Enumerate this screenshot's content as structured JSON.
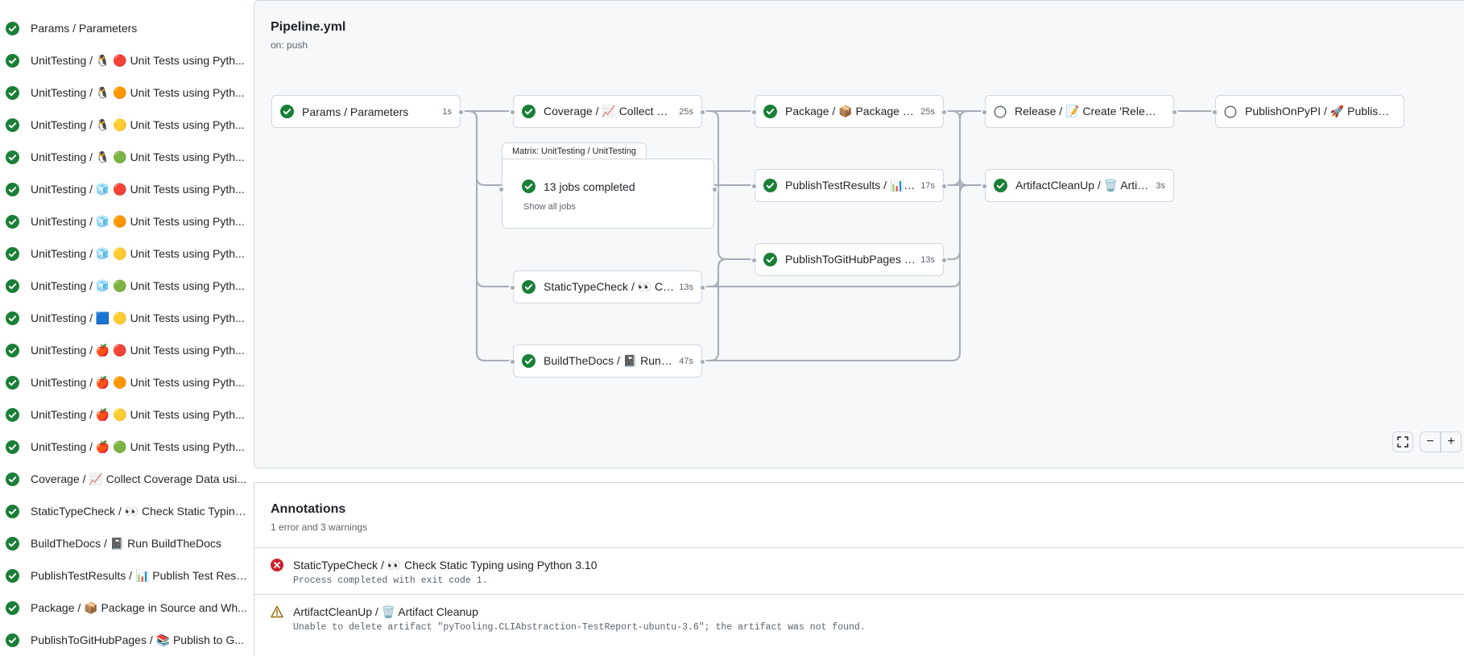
{
  "sidebar": {
    "items": [
      {
        "label": "Params / Parameters",
        "status": "success"
      },
      {
        "label": "UnitTesting / 🐧 🔴 Unit Tests using Pyth...",
        "status": "success"
      },
      {
        "label": "UnitTesting / 🐧 🟠 Unit Tests using Pyth...",
        "status": "success"
      },
      {
        "label": "UnitTesting / 🐧 🟡 Unit Tests using Pyth...",
        "status": "success"
      },
      {
        "label": "UnitTesting / 🐧 🟢 Unit Tests using Pyth...",
        "status": "success"
      },
      {
        "label": "UnitTesting / 🧊 🔴 Unit Tests using Pyth...",
        "status": "success"
      },
      {
        "label": "UnitTesting / 🧊 🟠 Unit Tests using Pyth...",
        "status": "success"
      },
      {
        "label": "UnitTesting / 🧊 🟡 Unit Tests using Pyth...",
        "status": "success"
      },
      {
        "label": "UnitTesting / 🧊 🟢 Unit Tests using Pyth...",
        "status": "success"
      },
      {
        "label": "UnitTesting / 🟦 🟡 Unit Tests using Pyth...",
        "status": "success"
      },
      {
        "label": "UnitTesting / 🍎 🔴 Unit Tests using Pyth...",
        "status": "success"
      },
      {
        "label": "UnitTesting / 🍎 🟠 Unit Tests using Pyth...",
        "status": "success"
      },
      {
        "label": "UnitTesting / 🍎 🟡 Unit Tests using Pyth...",
        "status": "success"
      },
      {
        "label": "UnitTesting / 🍎 🟢 Unit Tests using Pyth...",
        "status": "success"
      },
      {
        "label": "Coverage / 📈 Collect Coverage Data usi...",
        "status": "success"
      },
      {
        "label": "StaticTypeCheck / 👀 Check Static Typing...",
        "status": "success"
      },
      {
        "label": "BuildTheDocs / 📓 Run BuildTheDocs",
        "status": "success"
      },
      {
        "label": "PublishTestResults / 📊 Publish Test Resu...",
        "status": "success"
      },
      {
        "label": "Package / 📦 Package in Source and Wh...",
        "status": "success"
      },
      {
        "label": "PublishToGitHubPages / 📚 Publish to G...",
        "status": "success"
      }
    ]
  },
  "workflow": {
    "title": "Pipeline.yml",
    "trigger": "on: push"
  },
  "graph": {
    "jobs": {
      "params": {
        "label": "Params / Parameters",
        "duration": "1s",
        "status": "success"
      },
      "coverage": {
        "label": "Coverage / 📈 Collect Cove...",
        "duration": "25s",
        "status": "success"
      },
      "statictype": {
        "label": "StaticTypeCheck / 👀 Chec...",
        "duration": "13s",
        "status": "success"
      },
      "buildthedocs": {
        "label": "BuildTheDocs / 📓 Run Buil...",
        "duration": "47s",
        "status": "success"
      },
      "package": {
        "label": "Package / 📦 Package in So...",
        "duration": "25s",
        "status": "success"
      },
      "publishtestresults": {
        "label": "PublishTestResults / 📊 Pu...",
        "duration": "17s",
        "status": "success"
      },
      "publishtoghpages": {
        "label": "PublishToGitHubPages / 📚...",
        "duration": "13s",
        "status": "success"
      },
      "release": {
        "label": "Release / 📝 Create 'Release P...",
        "duration": "",
        "status": "skipped"
      },
      "artifactcleanup": {
        "label": "ArtifactCleanUp / 🗑️ Artifac...",
        "duration": "3s",
        "status": "success"
      },
      "publishonpypi": {
        "label": "PublishOnPyPI / 🚀 Publish to ...",
        "duration": "",
        "status": "skipped"
      }
    },
    "matrix": {
      "tab_label": "Matrix: UnitTesting / UnitTesting",
      "jobs_completed": "13 jobs completed",
      "show_all": "Show all jobs"
    },
    "controls": {
      "fullscreen_icon": "fullscreen-icon",
      "zoom_out": "−",
      "zoom_in": "+"
    }
  },
  "annotations": {
    "title": "Annotations",
    "summary": "1 error and 3 warnings",
    "items": [
      {
        "type": "error",
        "title": "StaticTypeCheck / 👀 Check Static Typing using Python 3.10",
        "message": "Process completed with exit code 1."
      },
      {
        "type": "warning",
        "title": "ArtifactCleanUp / 🗑️ Artifact Cleanup",
        "message": "Unable to delete artifact \"pyTooling.CLIAbstraction-TestReport-ubuntu-3.6\"; the artifact was not found."
      }
    ]
  },
  "colors": {
    "success": "#1a7f37",
    "error": "#cf222e",
    "warning": "#9a6700",
    "edge": "#a5adb7",
    "border": "#d0d7de"
  }
}
